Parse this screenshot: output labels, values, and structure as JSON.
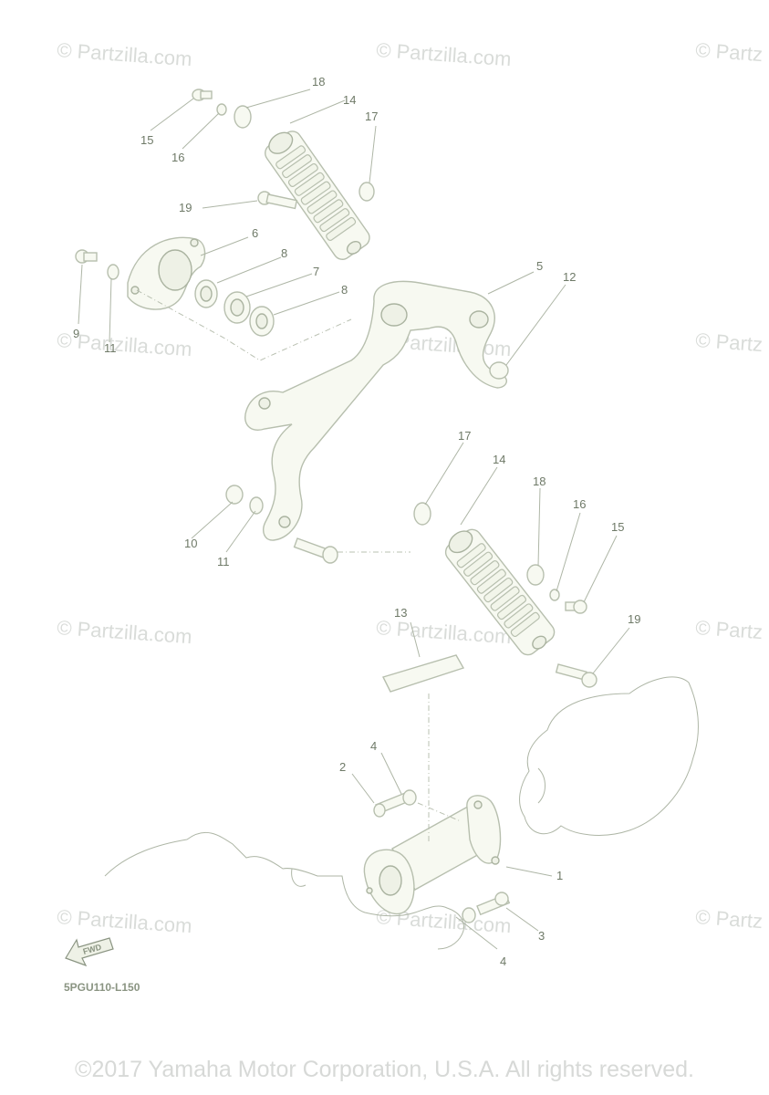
{
  "watermark_text": "© Partzilla.com",
  "watermark_partial": "© Partz",
  "callouts": {
    "n1": "1",
    "n2": "2",
    "n3": "3",
    "n4a": "4",
    "n4b": "4",
    "n5": "5",
    "n6": "6",
    "n7": "7",
    "n8a": "8",
    "n8b": "8",
    "n9": "9",
    "n10": "10",
    "n11a": "11",
    "n11b": "11",
    "n12": "12",
    "n13": "13",
    "n14a": "14",
    "n14b": "14",
    "n15a": "15",
    "n15b": "15",
    "n16a": "16",
    "n16b": "16",
    "n17a": "17",
    "n17b": "17",
    "n18a": "18",
    "n18b": "18",
    "n19a": "19",
    "n19b": "19"
  },
  "diagram_code": "5PGU110-L150",
  "fwd_label": "FWD",
  "copyright": "©2017 Yamaha Motor Corporation, U.S.A. All rights reserved."
}
